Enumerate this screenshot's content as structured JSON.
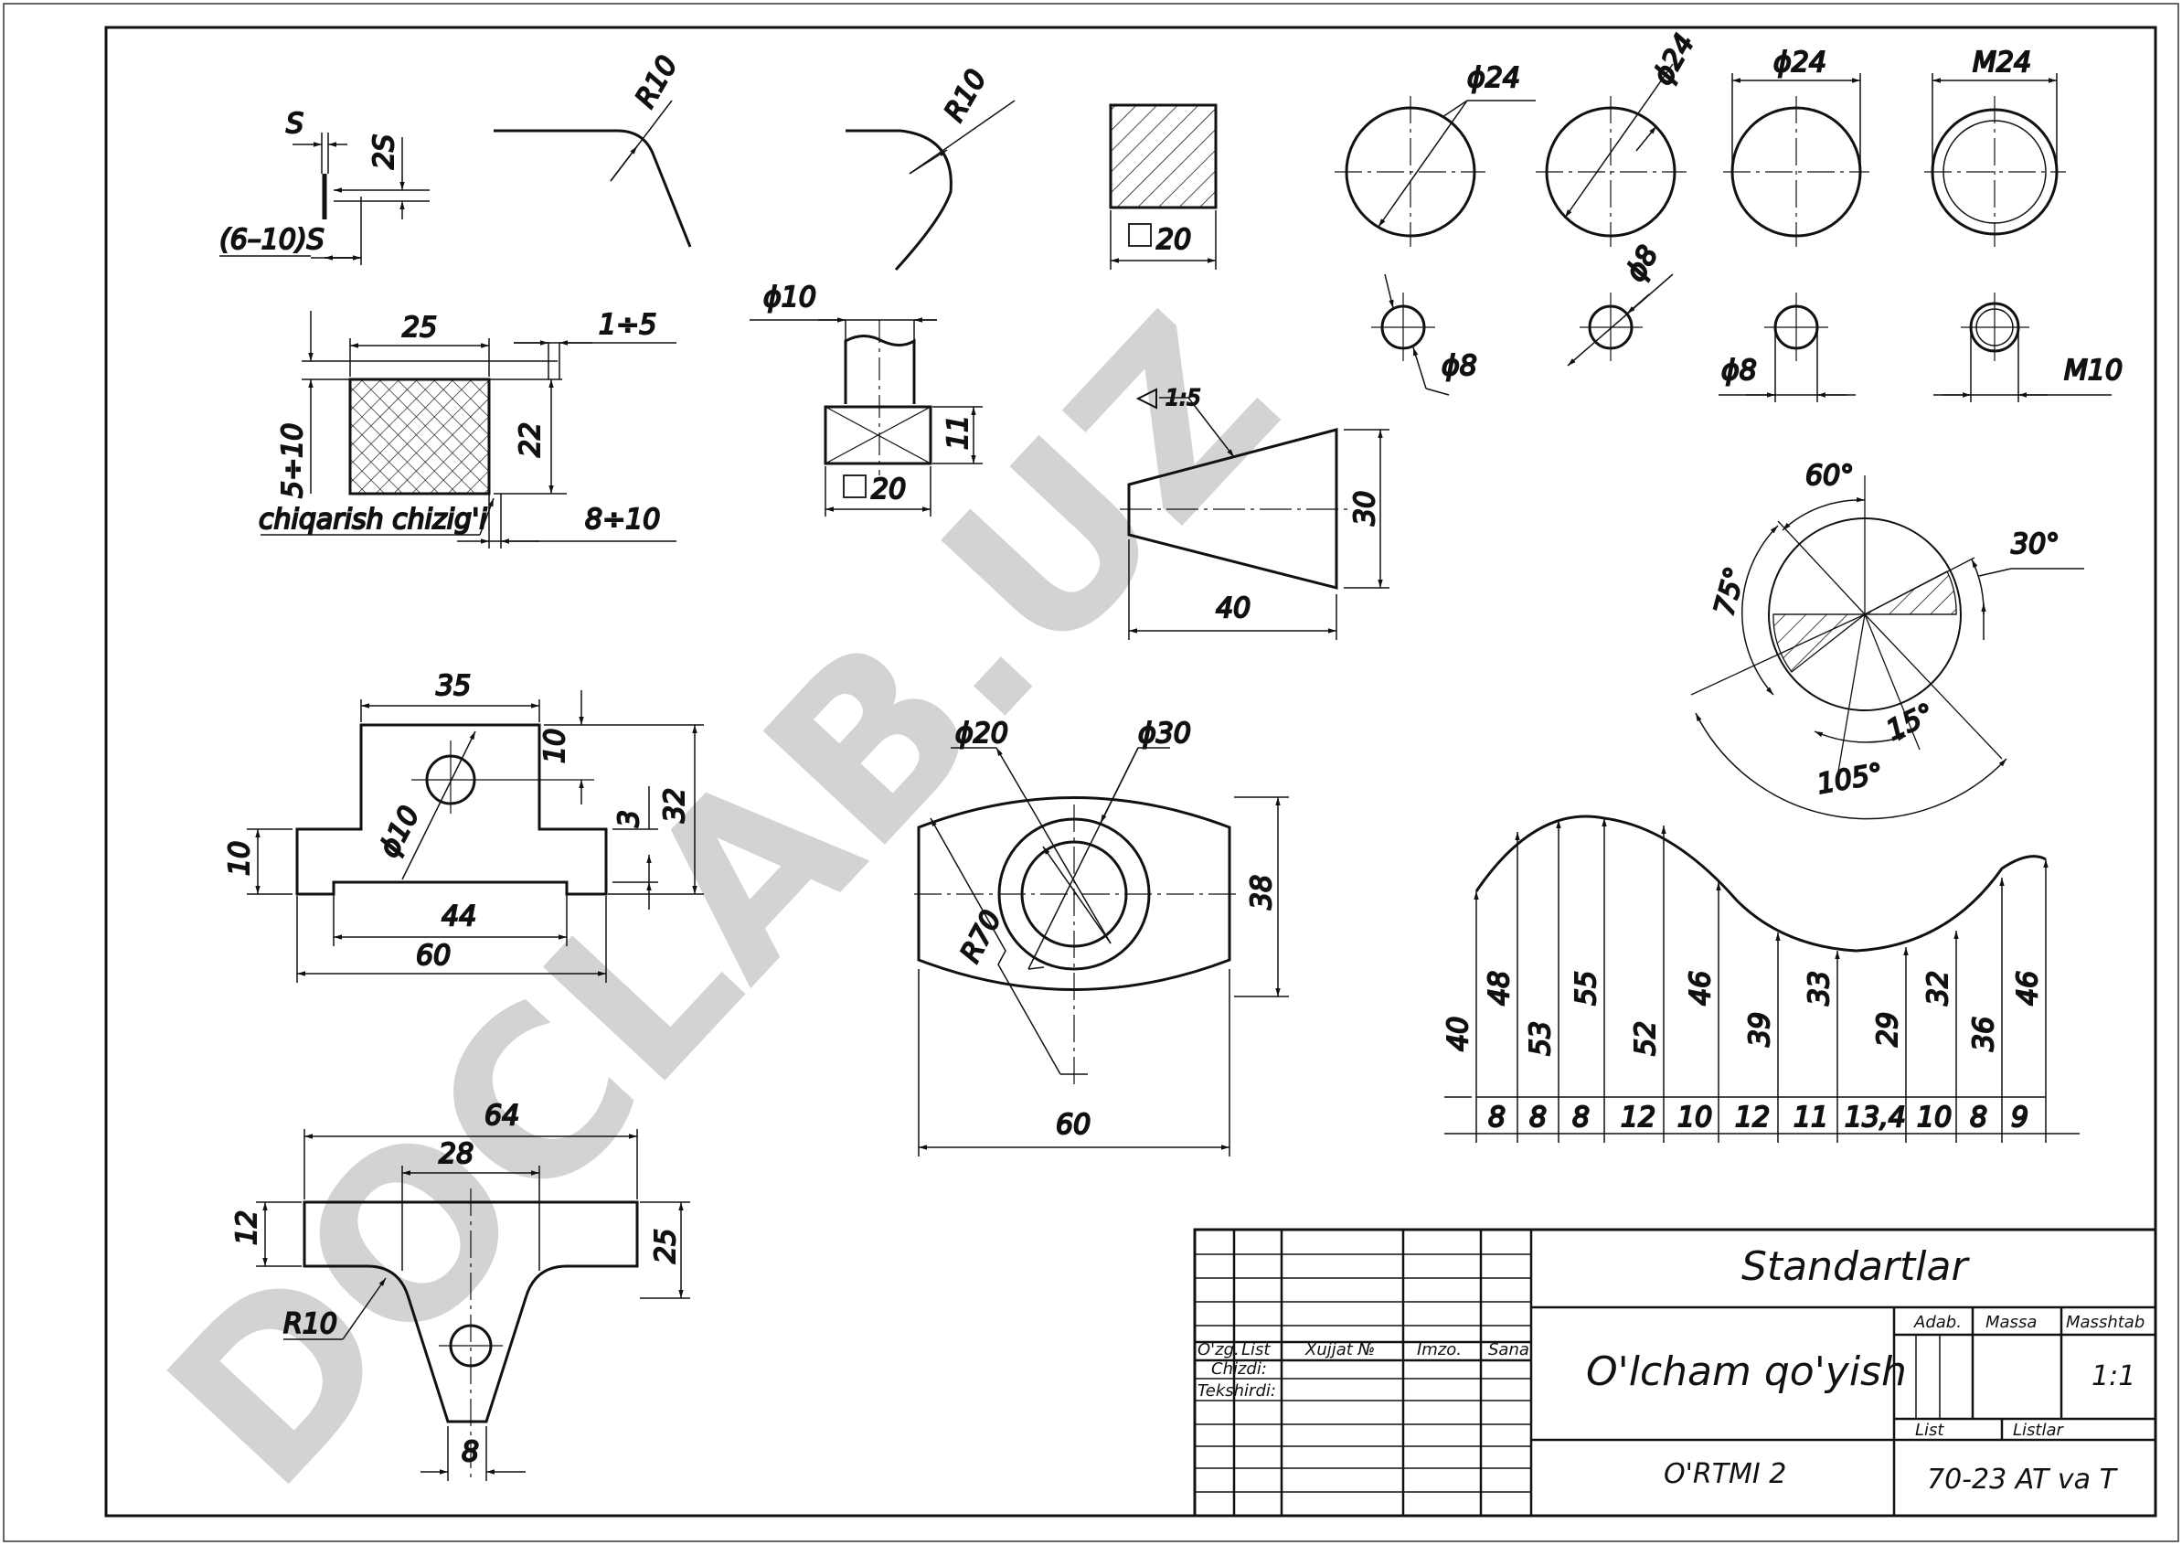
{
  "watermark": "DOCLAB.UZ",
  "title_block": {
    "header_cols": [
      "O'zg.",
      "List",
      "Xujjat №",
      "Imzo.",
      "Sana"
    ],
    "rows": [
      "Chizdi:",
      "Tekshirdi:"
    ],
    "subject": "Standartlar",
    "title": "O'lcham qo'yish",
    "org": "O'RTMI 2",
    "group": "70-23 AT va T",
    "adab_label": "Adab.",
    "massa_label": "Massa",
    "masshtab_label": "Masshtab",
    "scale": "1:1",
    "list_label": "List",
    "listlar_label": "Listlar"
  },
  "labels": {
    "s": "S",
    "two_s": "2S",
    "s_range": "(6–10)S",
    "r10_a": "R10",
    "r10_b": "R10",
    "sq20_a": "20",
    "d24_a": "ϕ24",
    "d24_b": "ϕ24",
    "d24_c": "ϕ24",
    "m24": "M24",
    "d8_a": "ϕ8",
    "d8_b": "ϕ8",
    "d8_c": "ϕ8",
    "m10": "M10",
    "w25": "25",
    "r1_5": "1÷5",
    "h5_10": "5÷10",
    "h22": "22",
    "exit_line": "chiqarish chizig'i",
    "r8_10": "8÷10",
    "d10": "ϕ10",
    "h11": "11",
    "sq20_b": "20",
    "taper": "1:5",
    "h30": "30",
    "w40": "40",
    "a60": "60°",
    "a30": "30°",
    "a75": "75°",
    "a15": "15°",
    "a105": "105°",
    "w35": "35",
    "h10a": "10",
    "h3": "3",
    "h32": "32",
    "h10b": "10",
    "d10b": "ϕ10",
    "w44": "44",
    "w60a": "60",
    "d20": "ϕ20",
    "d30": "ϕ30",
    "r70": "R70",
    "h38": "38",
    "w60b": "60",
    "w64": "64",
    "w28": "28",
    "h12": "12",
    "h25": "25",
    "r10_c": "R10",
    "w8": "8"
  },
  "curve_heights": [
    "40",
    "48",
    "53",
    "55",
    "52",
    "46",
    "39",
    "33",
    "29",
    "32",
    "36",
    "46"
  ],
  "curve_steps": [
    "8",
    "8",
    "8",
    "12",
    "10",
    "12",
    "11",
    "13,4",
    "10",
    "8",
    "9"
  ]
}
